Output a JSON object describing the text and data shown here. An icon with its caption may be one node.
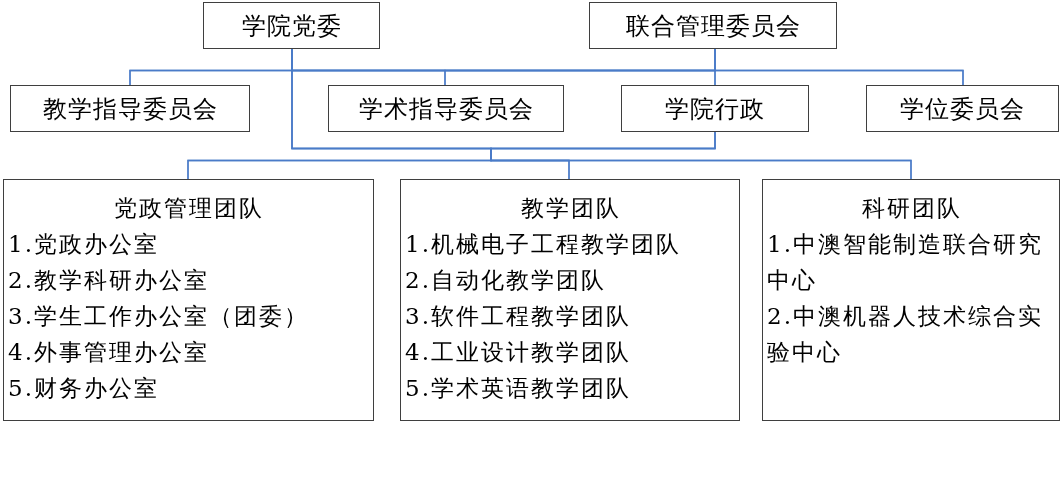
{
  "diagram": {
    "nodes": [
      {
        "text": [
          "学院党委"
        ]
      },
      {
        "text": [
          "联合管理委员会"
        ]
      },
      {
        "text": [
          "教学指导委员会"
        ]
      },
      {
        "text": [
          "学术指导委员会"
        ]
      },
      {
        "text": [
          "学院行政"
        ]
      },
      {
        "text": [
          "学位委员会"
        ]
      },
      {
        "text": [
          "党政管理团队",
          "1.党政办公室",
          "2.教学科研办公室",
          "3.学生工作办公室（团委）",
          "4.外事管理办公室",
          "5.财务办公室"
        ]
      },
      {
        "text": [
          "教学团队",
          "1.机械电子工程教学团队",
          "2.自动化教学团队",
          "3.软件工程教学团队",
          "4.工业设计教学团队",
          "5.学术英语教学团队"
        ]
      },
      {
        "text": [
          "科研团队",
          "1.中澳智能制造联合研究中心",
          "2.中澳机器人技术综合实验中心"
        ]
      }
    ],
    "edges": [
      {
        "from": 0,
        "to": 2,
        "arrow": "none"
      },
      {
        "from": 0,
        "to": 3,
        "arrow": "none"
      },
      {
        "from": 0,
        "to": 4,
        "arrow": "none"
      },
      {
        "from": 0,
        "to": 5,
        "arrow": "none"
      },
      {
        "from": 1,
        "to": 2,
        "arrow": "none"
      },
      {
        "from": 1,
        "to": 3,
        "arrow": "none"
      },
      {
        "from": 1,
        "to": 4,
        "arrow": "none"
      },
      {
        "from": 1,
        "to": 5,
        "arrow": "none"
      },
      {
        "from": 0,
        "to": 6,
        "arrow": "none"
      },
      {
        "from": 0,
        "to": 7,
        "arrow": "none"
      },
      {
        "from": 0,
        "to": 8,
        "arrow": "none"
      },
      {
        "from": 4,
        "to": 6,
        "arrow": "none"
      },
      {
        "from": 4,
        "to": 7,
        "arrow": "none"
      },
      {
        "from": 4,
        "to": 8,
        "arrow": "none"
      }
    ]
  }
}
